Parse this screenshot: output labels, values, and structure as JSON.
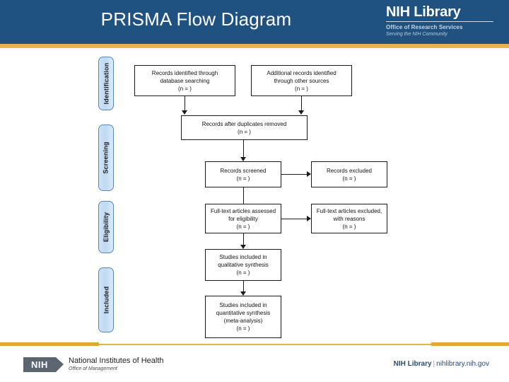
{
  "header": {
    "title": "PRISMA Flow Diagram",
    "logo": {
      "name": "NIH Library",
      "sub1": "Office of Research Services",
      "sub2": "Serving the NIH Community"
    },
    "accent_color": "#1f5181",
    "gold_color": "#e2b449"
  },
  "diagram": {
    "stages": [
      {
        "label": "Identification"
      },
      {
        "label": "Screening"
      },
      {
        "label": "Eligibility"
      },
      {
        "label": "Included"
      }
    ],
    "boxes": [
      {
        "id": "records-identified",
        "lines": [
          "Records identified through",
          "database searching",
          "(n =  )"
        ]
      },
      {
        "id": "additional-records",
        "lines": [
          "Additional records identified",
          "through other sources",
          "(n =  )"
        ]
      },
      {
        "id": "duplicates-removed",
        "lines": [
          "Records after duplicates removed",
          "(n =  )"
        ]
      },
      {
        "id": "records-screened",
        "lines": [
          "Records screened",
          "(n =  )"
        ]
      },
      {
        "id": "records-excluded",
        "lines": [
          "Records excluded",
          "(n =  )"
        ]
      },
      {
        "id": "fulltext-assessed",
        "lines": [
          "Full-text articles assessed",
          "for eligibility",
          "(n =  )"
        ]
      },
      {
        "id": "fulltext-excluded",
        "lines": [
          "Full-text articles excluded,",
          "with reasons",
          "(n =  )"
        ]
      },
      {
        "id": "qualitative-synthesis",
        "lines": [
          "Studies included in",
          "qualitative synthesis",
          "(n =  )"
        ]
      },
      {
        "id": "quantitative-synthesis",
        "lines": [
          "Studies included in",
          "quantitative synthesis",
          "(meta-analysis)",
          "(n =  )"
        ]
      }
    ]
  },
  "footer": {
    "nih_badge": "NIH",
    "agency_name": "National Institutes of Health",
    "agency_office": "Office of Management",
    "library_name": "NIH Library",
    "separator": "|",
    "library_url": "nihlibrary.nih.gov"
  }
}
